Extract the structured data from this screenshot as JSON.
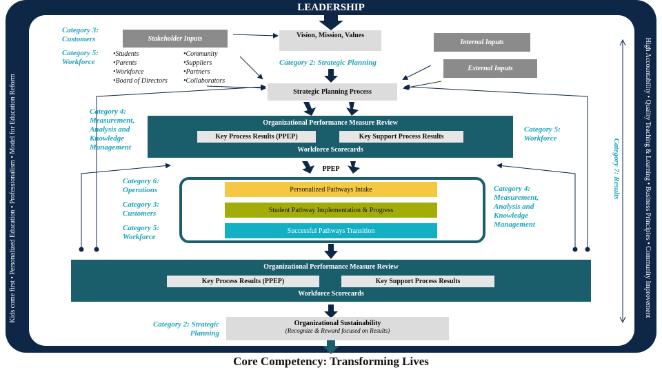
{
  "frame": {
    "title": "LEADERSHIP",
    "left_side": "Kids come first • Personalized Education • Professionalism • Model for Education Reform",
    "right_side": "High Accountability • Quality Teaching & Learning • Business Principles • Community Improvement",
    "footer": "Core Competency: Transforming Lives"
  },
  "categories": {
    "c3_customers_top": "Category 3: Customers",
    "c5_workforce_top": "Category 5: Workforce",
    "c2_strategic_top": "Category 2: Strategic Planning",
    "c4_mak_left": "Category 4: Measurement, Analysis and Knowledge Management",
    "c5_workforce_right": "Category 5: Workforce",
    "c7_results": "Category 7: Results",
    "c6_operations": "Category 6: Operations",
    "c3_customers_mid": "Category 3: Customers",
    "c5_workforce_mid": "Category 5: Workforce",
    "c4_mak_right": "Category 4: Measurement, Analysis and Knowledge Management",
    "c2_strategic_bottom": "Category 2: Strategic Planning"
  },
  "stakeholder": {
    "title": "Stakeholder Inputs",
    "col1": [
      "•Students",
      "•Parents",
      "•Workforce",
      "•Board of Directors"
    ],
    "col2": [
      "•Community",
      "•Suppliers",
      "•Partners",
      "•Collaborators"
    ]
  },
  "vision": "Vision, Mission, Values",
  "internal_inputs": "Internal Inputs",
  "external_inputs": "External Inputs",
  "strategic_process": "Strategic Planning Process",
  "review_top": {
    "title": "Organizational Performance Measure Review",
    "kpr": "Key Process Results (PPEP)",
    "ksp": "Key Support Process Results",
    "scorecards": "Workforce Scorecards"
  },
  "ppep": {
    "label": "PPEP",
    "stages": [
      {
        "label": "Personalized Pathways Intake",
        "color": "#f5c842"
      },
      {
        "label": "Student Pathway Implementation & Progress",
        "color": "#a3ad0a"
      },
      {
        "label": "Successful Pathways Transition",
        "color": "#12b0c2"
      }
    ]
  },
  "review_bottom": {
    "title": "Organizational Performance Measure Review",
    "kpr": "Key Process Results (PPEP)",
    "ksp": "Key Support Process Results",
    "scorecards": "Workforce Scorecards"
  },
  "sustainability": {
    "title": "Organizational Sustainability",
    "subtitle": "(Recognize & Reward focused on Results)"
  },
  "colors": {
    "frame": "#0f2747",
    "teal_band": "#1b5e6b",
    "category_text": "#1aa3b8"
  }
}
